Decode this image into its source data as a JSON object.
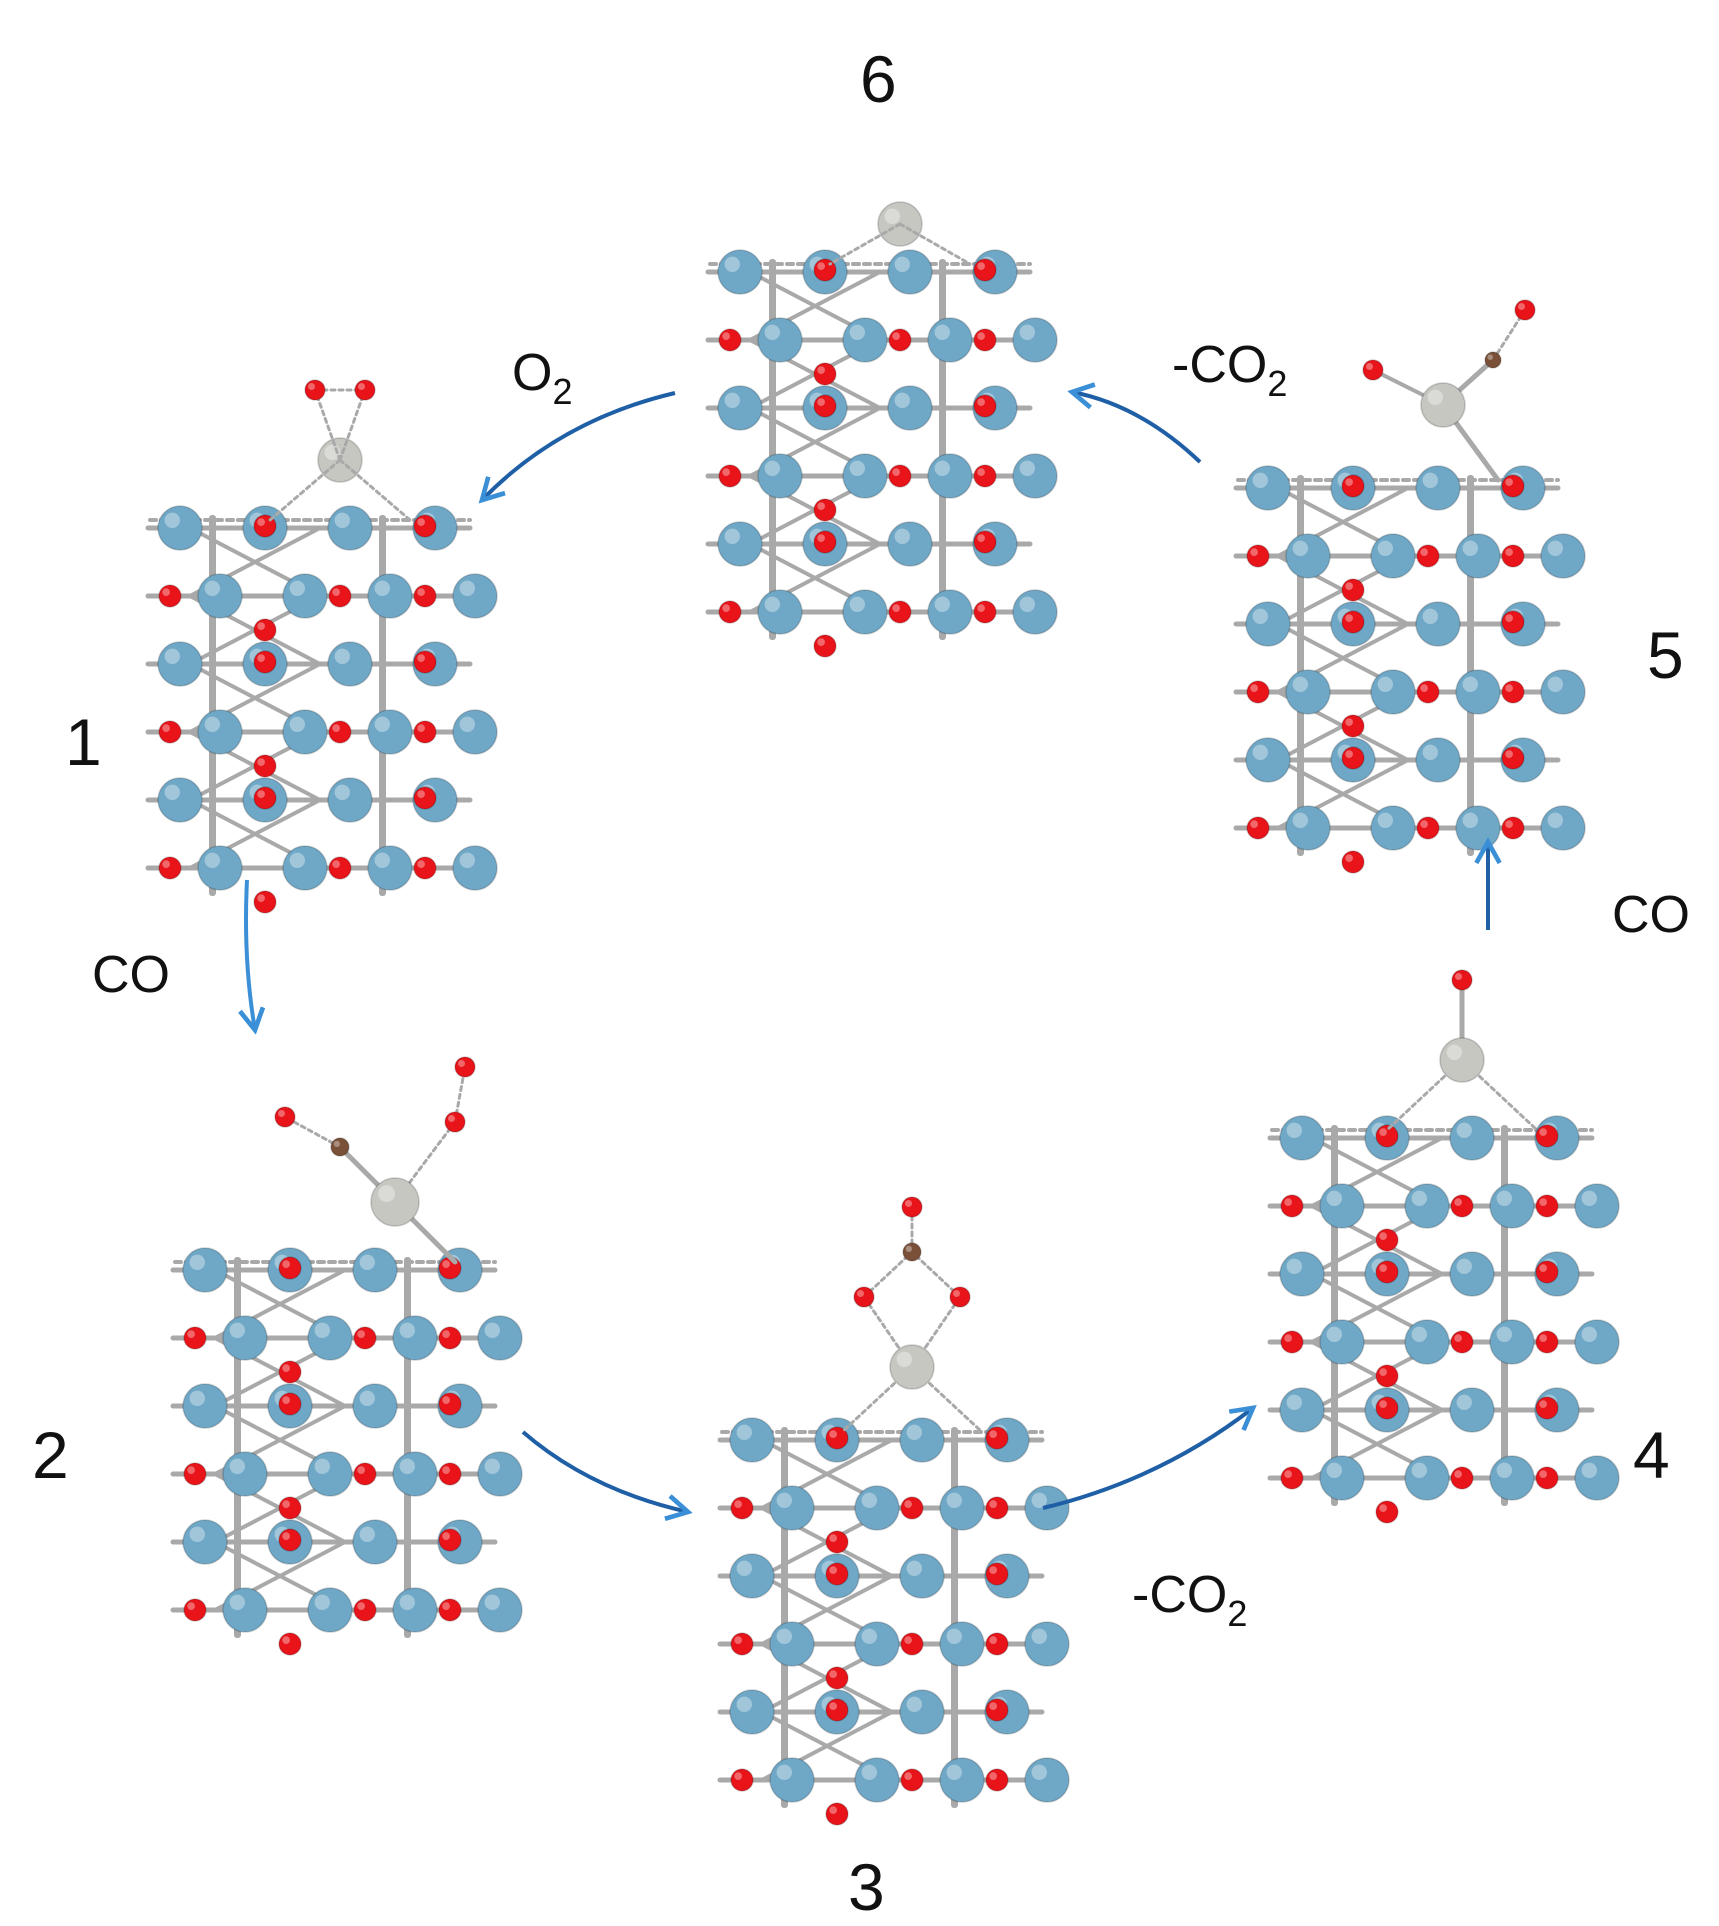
{
  "colors": {
    "metal_atom": "#6fa8c7",
    "oxygen_atom": "#e8141a",
    "single_atom_catalyst": "#c7c7c2",
    "carbon_atom": "#7a5038",
    "bond": "#a9a9a9",
    "arrow_dark": "#1f5fa6",
    "arrow_light": "#3a8fd6"
  },
  "states": [
    {
      "id": "state-1",
      "label": "1",
      "adsorbate": "O2 side-on"
    },
    {
      "id": "state-2",
      "label": "2",
      "adsorbate": "CO + O2"
    },
    {
      "id": "state-3",
      "label": "3",
      "adsorbate": "CO3-like"
    },
    {
      "id": "state-4",
      "label": "4",
      "adsorbate": "O"
    },
    {
      "id": "state-5",
      "label": "5",
      "adsorbate": "CO + O"
    },
    {
      "id": "state-6",
      "label": "6",
      "adsorbate": "bare"
    }
  ],
  "steps": {
    "s1_to_s2": {
      "text": "CO"
    },
    "s2_to_s3": {
      "text": ""
    },
    "s3_to_s4": {
      "prefix": "-CO",
      "sub": "2"
    },
    "s4_to_s5": {
      "text": "CO"
    },
    "s5_to_s6": {
      "prefix": "-CO",
      "sub": "2"
    },
    "s6_to_s1": {
      "prefix": "O",
      "sub": "2"
    }
  }
}
